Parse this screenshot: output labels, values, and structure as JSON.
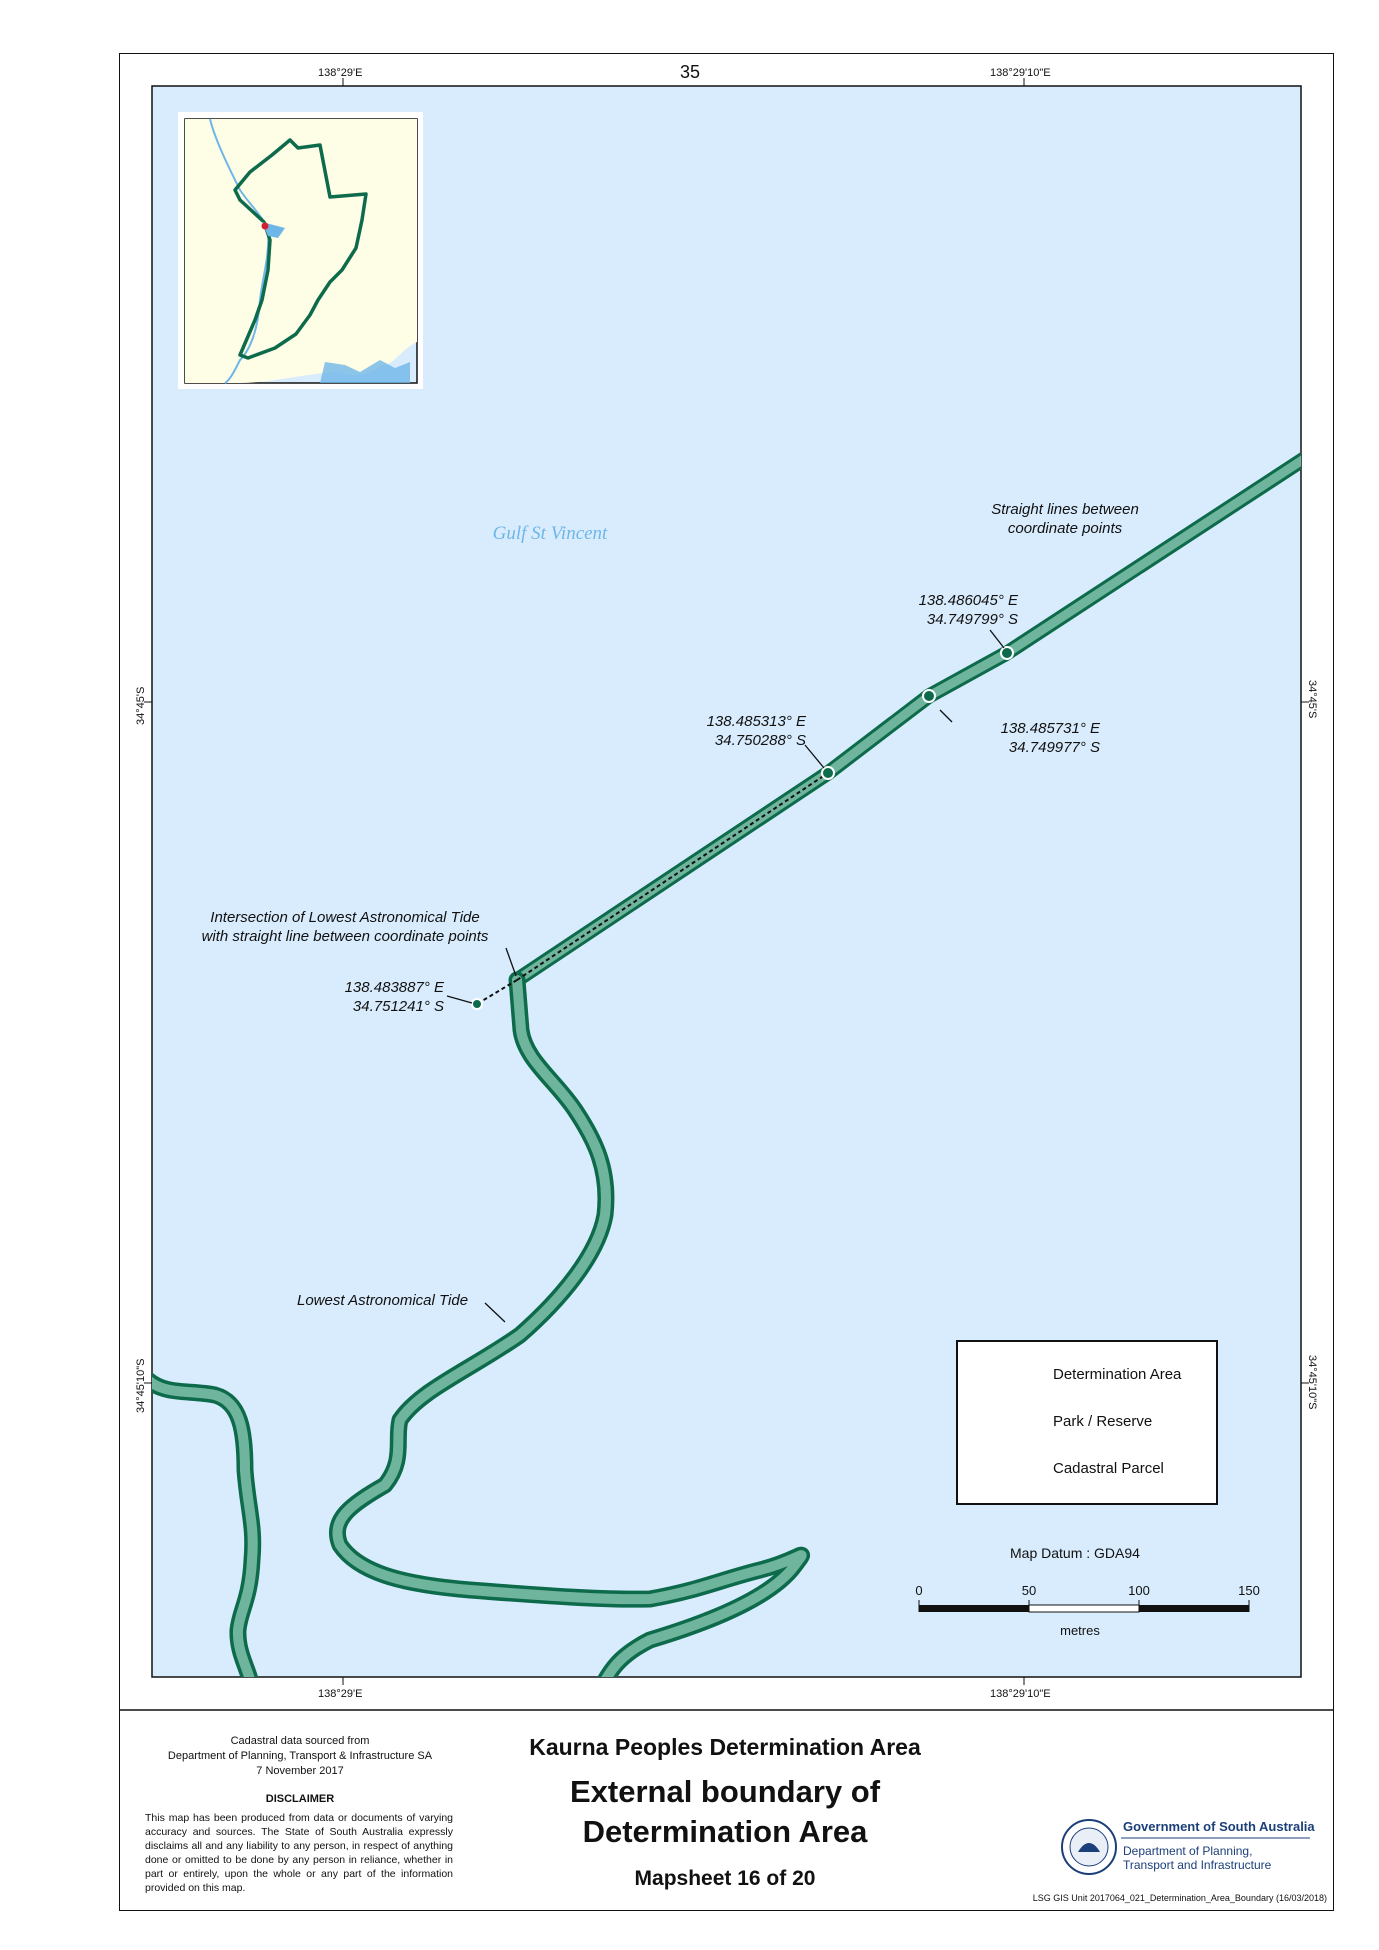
{
  "page_number": "35",
  "graticule": {
    "top_left": "138°29'E",
    "top_right": "138°29'10\"E",
    "bottom_left": "138°29'E",
    "bottom_right": "138°29'10\"E",
    "left_upper": "34°45'S",
    "left_lower": "34°45'10\"S",
    "right_upper": "34°45'S",
    "right_lower": "34°45'10\"S"
  },
  "water_body": "Gulf\nSt Vincent",
  "annotations": {
    "straight_lines": "Straight lines between\ncoordinate points",
    "point_1": "138.486045° E\n34.749799° S",
    "point_2": "138.485731° E\n34.749977° S",
    "point_3": "138.485313° E\n34.750288° S",
    "intersection": "Intersection of Lowest Astronomical Tide\nwith straight line between coordinate points",
    "point_4": "138.483887° E\n34.751241° S",
    "lowest_tide": "Lowest Astronomical Tide"
  },
  "legend": {
    "items": [
      {
        "label": "Determination Area"
      },
      {
        "label": "Park / Reserve"
      },
      {
        "label": "Cadastral Parcel"
      }
    ]
  },
  "scale": {
    "datum": "Map Datum : GDA94",
    "ticks": [
      "0",
      "50",
      "100",
      "150"
    ],
    "unit": "metres"
  },
  "footer": {
    "source": "Cadastral data sourced from\nDepartment of Planning, Transport & Infrastructure SA\n7 November 2017",
    "disclaimer_title": "DISCLAIMER",
    "disclaimer_text": "This map has been produced from data or documents of varying accuracy and sources. The State of South Australia expressly disclaims all and any liability to any person, in respect of anything done or omitted to be done by any person in reliance, whether in part or entirely, upon the whole or any part of the information provided on this map.",
    "subtitle": "Kaurna Peoples Determination Area",
    "title": "External boundary of\nDetermination Area",
    "mapsheet": "Mapsheet 16 of 20",
    "gov_name": "Government of South Australia",
    "gov_dept": "Department of Planning,\nTransport and Infrastructure",
    "gis_ref": "LSG GIS Unit  2017064_021_Determination_Area_Boundary  (16/03/2018)"
  },
  "colors": {
    "water": "#d9ecfd",
    "boundary_dark": "#0d6b4b",
    "boundary_light": "#6fb59d",
    "inset_land": "#fefde6",
    "park_green": "#8fc23e"
  }
}
